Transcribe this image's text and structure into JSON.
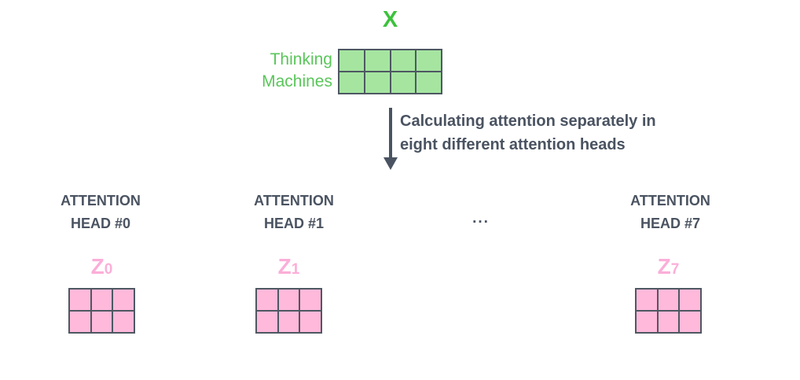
{
  "colors": {
    "green_text": "#3cc23c",
    "green_name": "#5ac65a",
    "green_fill": "#a5e5a0",
    "pink_text": "#fbaed8",
    "pink_fill": "#ffb9da",
    "cell_border": "#4e5862",
    "dark_text": "#4a5361"
  },
  "input_matrix": {
    "label": "X",
    "name_line1": "Thinking",
    "name_line2": "Machines",
    "grid": {
      "rows": 2,
      "cols": 4
    }
  },
  "arrow_caption": {
    "line1": "Calculating attention separately in",
    "line2": "eight different attention heads"
  },
  "ellipsis": "...",
  "heads": [
    {
      "label_line1": "ATTENTION",
      "label_line2": "HEAD #0",
      "z_base": "Z",
      "z_sub": "0",
      "grid": {
        "rows": 2,
        "cols": 3
      }
    },
    {
      "label_line1": "ATTENTION",
      "label_line2": "HEAD #1",
      "z_base": "Z",
      "z_sub": "1",
      "grid": {
        "rows": 2,
        "cols": 3
      }
    },
    {
      "label_line1": "ATTENTION",
      "label_line2": "HEAD #7",
      "z_base": "Z",
      "z_sub": "7",
      "grid": {
        "rows": 2,
        "cols": 3
      }
    }
  ]
}
